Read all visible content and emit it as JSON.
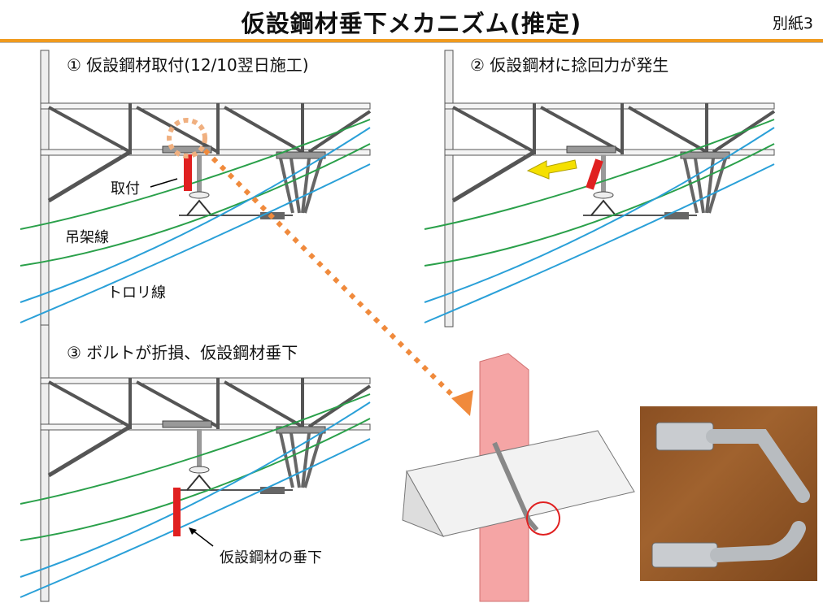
{
  "header": {
    "title": "仮設鋼材垂下メカニズム(推定)",
    "annex": "別紙3"
  },
  "panels": [
    {
      "caption": "①  仮設鋼材取付(12/10翌日施工)",
      "labels": {
        "attach": "取付",
        "messenger": "吊架線",
        "trolley": "トロリ線"
      }
    },
    {
      "caption": "②  仮設鋼材に捻回力が発生"
    },
    {
      "caption": "③  ボルトが折損、仮設鋼材垂下",
      "labels": {
        "hanging": "仮設鋼材の垂下"
      }
    }
  ],
  "colors": {
    "accent": "#f09a1e",
    "steel_member": "#e02020",
    "messenger_wire": "#2aa04a",
    "trolley_wire": "#2aa0d8",
    "callout": "#f08a3c",
    "force_arrow": "#f5e000"
  }
}
